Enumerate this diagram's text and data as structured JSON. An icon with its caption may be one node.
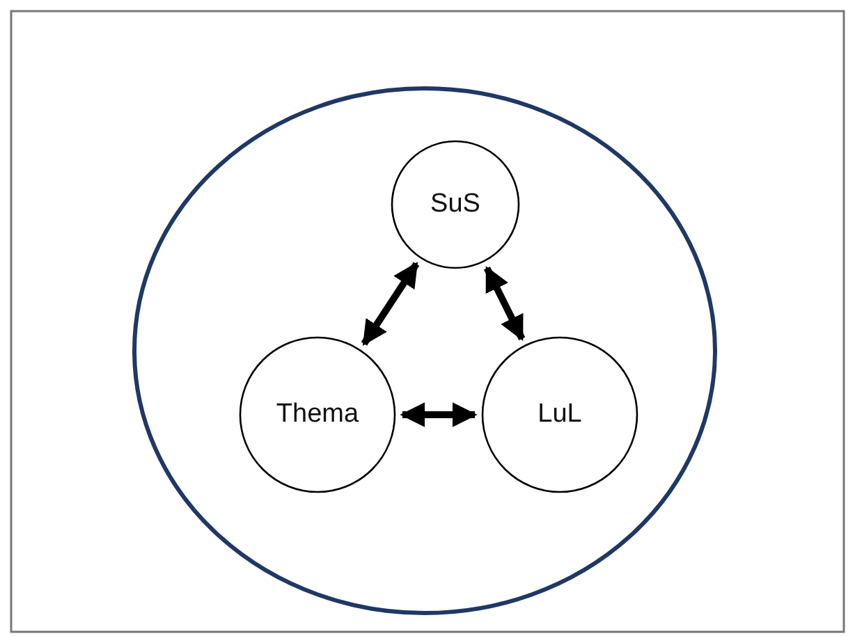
{
  "diagram": {
    "nodes": [
      {
        "text": [],
        "shape": "circle"
      },
      {
        "text": [
          "SuS"
        ],
        "in": 0
      },
      {
        "text": [
          "Thema"
        ],
        "in": 0
      },
      {
        "text": [
          "LuL"
        ],
        "in": 0
      }
    ],
    "edges": [
      {
        "from": 1,
        "to": 2,
        "arrow": "both"
      },
      {
        "from": 1,
        "to": 3,
        "arrow": "both"
      },
      {
        "from": 2,
        "to": 3,
        "arrow": "both"
      }
    ]
  }
}
